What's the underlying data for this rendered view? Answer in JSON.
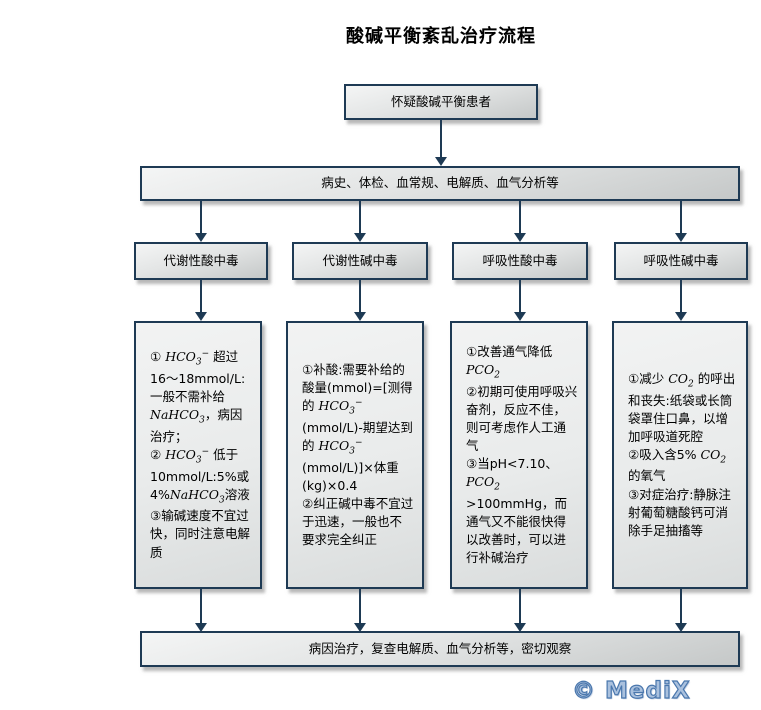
{
  "title": "酸碱平衡紊乱治疗流程",
  "watermark": "© MediX",
  "colors": {
    "line": "#1e3a54",
    "box_border": "#1e3a54",
    "watermark_fill": "#aac1de",
    "watermark_stroke": "#4a77ad"
  },
  "flow": {
    "start": "怀疑酸碱平衡患者",
    "assessment": "病史、体检、血常规、电解质、血气分析等",
    "final": "病因治疗，复查电解质、血气分析等，密切观察",
    "branches": [
      {
        "label": "代谢性酸中毒",
        "treatment": [
          [
            {
              "t": "① "
            },
            {
              "t": "HCO",
              "f": true
            },
            {
              "t": "3",
              "f": true,
              "sub": true
            },
            {
              "t": "−",
              "f": true,
              "sup": true
            },
            {
              "t": " 超过16～18mmol/L:一般不需补给"
            },
            {
              "t": "NaHCO",
              "f": true
            },
            {
              "t": "3",
              "f": true,
              "sub": true
            },
            {
              "t": "，病因治疗；"
            }
          ],
          [
            {
              "t": "② "
            },
            {
              "t": "HCO",
              "f": true
            },
            {
              "t": "3",
              "f": true,
              "sub": true
            },
            {
              "t": "−",
              "f": true,
              "sup": true
            },
            {
              "t": " 低于10mmol/L:5%或4%"
            },
            {
              "t": "NaHCO",
              "f": true
            },
            {
              "t": "3",
              "f": true,
              "sub": true
            },
            {
              "t": "溶液"
            }
          ],
          [
            {
              "t": "③输碱速度不宜过快，同时注意电解质"
            }
          ]
        ]
      },
      {
        "label": "代谢性碱中毒",
        "treatment": [
          [
            {
              "t": "①补酸:需要补给的酸量(mmol)=[测得的 "
            },
            {
              "t": "HCO",
              "f": true
            },
            {
              "t": "3",
              "f": true,
              "sub": true
            },
            {
              "t": "−",
              "f": true,
              "sup": true
            },
            {
              "t": "(mmol/L)-期望达到的 "
            },
            {
              "t": "HCO",
              "f": true
            },
            {
              "t": "3",
              "f": true,
              "sub": true
            },
            {
              "t": "−",
              "f": true,
              "sup": true
            },
            {
              "t": "(mmol/L)]×体重(kg)×0.4"
            }
          ],
          [
            {
              "t": "②纠正碱中毒不宜过于迅速，一般也不要求完全纠正"
            }
          ]
        ]
      },
      {
        "label": "呼吸性酸中毒",
        "treatment": [
          [
            {
              "t": "①改善通气降低 "
            },
            {
              "t": "PCO",
              "f": true
            },
            {
              "t": "2",
              "f": true,
              "sub": true
            }
          ],
          [
            {
              "t": "②初期可使用呼吸兴奋剂，反应不佳，则可考虑作人工通气"
            }
          ],
          [
            {
              "t": "③当pH<7.10、"
            },
            {
              "t": "PCO",
              "f": true
            },
            {
              "t": "2",
              "f": true,
              "sub": true
            },
            {
              "t": " >100mmHg，而通气又不能很快得以改善时，可以进行补碱治疗"
            }
          ]
        ]
      },
      {
        "label": "呼吸性碱中毒",
        "treatment": [
          [
            {
              "t": "①减少 "
            },
            {
              "t": "CO",
              "f": true
            },
            {
              "t": "2",
              "f": true,
              "sub": true
            },
            {
              "t": " 的呼出和丧失:纸袋或长筒袋罩住口鼻，以增加呼吸道死腔"
            }
          ],
          [
            {
              "t": "②吸入含5% "
            },
            {
              "t": "CO",
              "f": true
            },
            {
              "t": "2",
              "f": true,
              "sub": true
            },
            {
              "t": "的氧气"
            }
          ],
          [
            {
              "t": "③对症治疗:静脉注射葡萄糖酸钙可消除手足抽搐等"
            }
          ]
        ]
      }
    ]
  }
}
